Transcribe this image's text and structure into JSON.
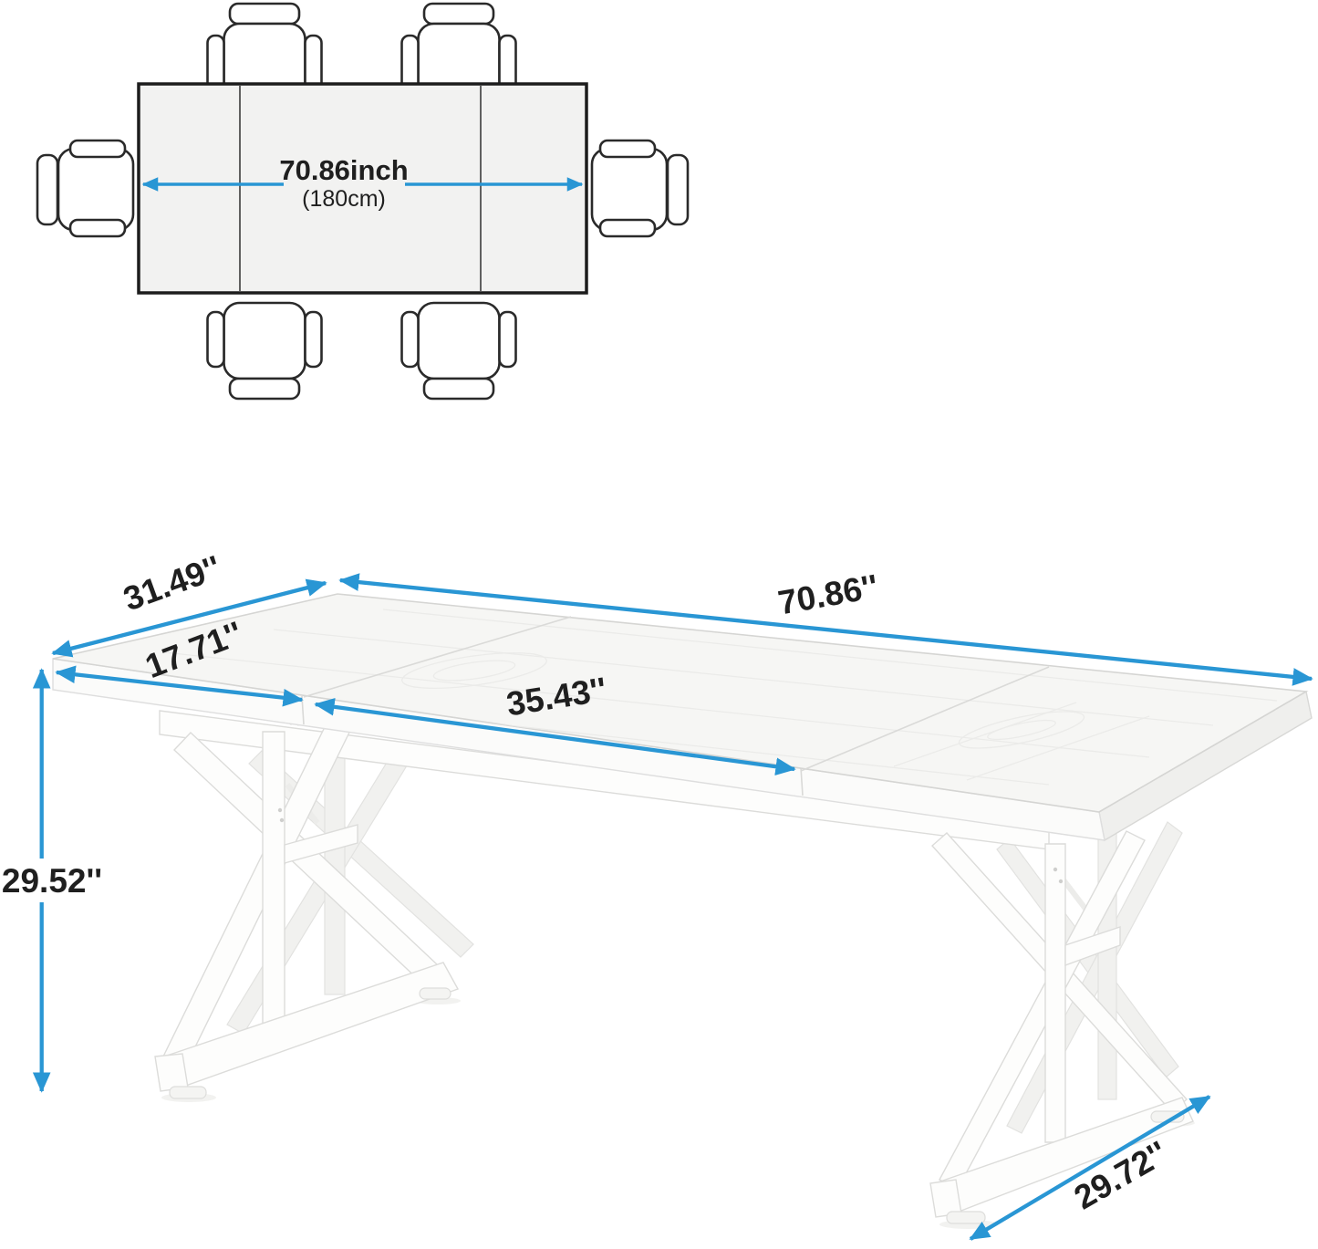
{
  "diagram_type": "furniture-dimension-diagram",
  "product": "extendable dining table with trestle legs",
  "colors": {
    "accent_blue": "#2996d4",
    "ink": "#1f1f1f",
    "outline_dark": "#1c1c1c",
    "tabletop_light": "#f6f6f4",
    "furniture_white": "#fdfdfc"
  },
  "plan_view": {
    "width_label": "70.86inch",
    "width_metric_label": "(180cm)",
    "seats": 6,
    "tabletop_sections": 3
  },
  "dimensions": {
    "table_length": "70.86''",
    "table_depth": "31.49''",
    "side_leaf_length": "17.71''",
    "middle_leaf_length": "35.43''",
    "table_height": "29.52''",
    "base_depth": "29.72''"
  }
}
